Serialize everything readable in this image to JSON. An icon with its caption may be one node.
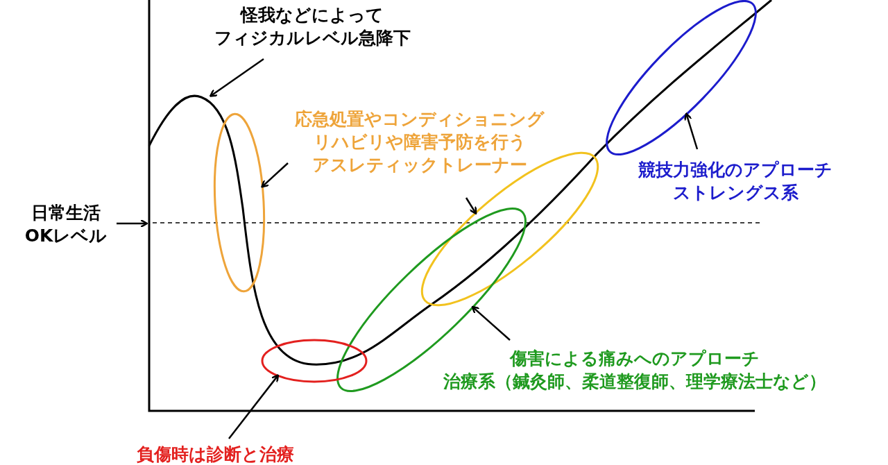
{
  "diagram": {
    "nodes": [
      {
        "text": [
          "怪我などによってフィジカルレベル急降下"
        ]
      },
      {
        "text": [
          "日常生活OKレベル"
        ]
      },
      {
        "text": [
          "応急処置やコンディショニングリハビリや障害予防を行うアスレティックトレーナー"
        ]
      },
      {
        "text": [],
        "shape": "ellipse"
      },
      {
        "text": [],
        "shape": "ellipse"
      },
      {
        "text": [],
        "shape": "ellipse"
      },
      {
        "text": [],
        "shape": "ellipse"
      },
      {
        "text": [],
        "shape": "ellipse"
      },
      {
        "text": [
          "競技力強化のアプローチ",
          "ストレングス系"
        ]
      },
      {
        "text": [
          "傷害による痛みへのアプローチ",
          "治療系（鍼灸師、柔道整復師、理学療法士など）"
        ]
      },
      {
        "text": [
          "負傷時は診断と治療"
        ]
      }
    ],
    "edges": [
      {
        "from": 0,
        "to": null,
        "arrow": "to"
      },
      {
        "from": 1,
        "to": null,
        "arrow": "to"
      },
      {
        "from": 2,
        "to": 3,
        "arrow": "to"
      },
      {
        "from": 2,
        "to": 4,
        "arrow": "to"
      },
      {
        "from": 8,
        "to": 7,
        "arrow": "to"
      },
      {
        "from": 9,
        "to": 5,
        "arrow": "to"
      },
      {
        "from": 10,
        "to": 6,
        "arrow": "to"
      }
    ]
  }
}
